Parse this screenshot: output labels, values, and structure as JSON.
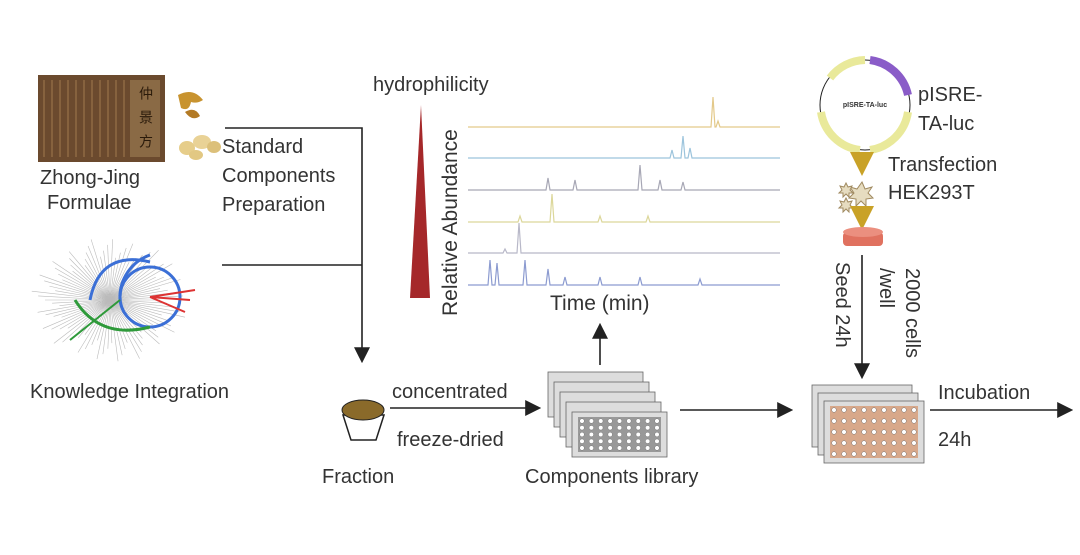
{
  "left": {
    "book_title": [
      "Zhong-Jing",
      "Formulae"
    ],
    "book_glyphs": "仲景方",
    "standard": [
      "Standard",
      "Components",
      "Preparation"
    ],
    "knowledge": "Knowledge Integration"
  },
  "chromatogram": {
    "gradient_label": "hydrophilicity",
    "ylabel": "Relative Abundance",
    "xlabel": "Time (min)",
    "trace_colors": [
      "#e3c98a",
      "#9cc4dc",
      "#a7a7b5",
      "#dcd79a",
      "#b8b8c8",
      "#8c9bd0"
    ]
  },
  "bottom": {
    "fraction": "Fraction",
    "concentrated": "concentrated",
    "freeze_dried": "freeze-dried",
    "library": "Components library",
    "incubation": "Incubation",
    "incubation_time": "24h"
  },
  "right": {
    "plasmid": [
      "pISRE-",
      "TA-luc"
    ],
    "plasmid_center": "pISRE-TA-luc",
    "transfection": "Transfection",
    "cell_line": "HEK293T",
    "seed": "Seed 24h",
    "cells": [
      "2000 cells",
      "/well"
    ]
  },
  "colors": {
    "arrow": "#222222",
    "triangle": "#a5282a",
    "plasmid_yellow": "#e9e99a",
    "plasmid_purple": "#8a5cc8",
    "dish": "#e0715f"
  }
}
